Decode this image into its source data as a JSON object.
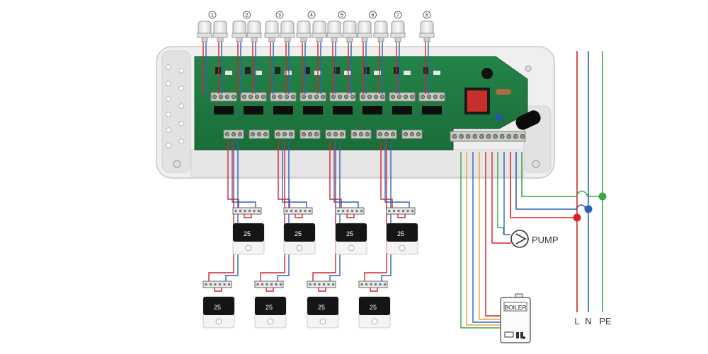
{
  "actuators": [
    "1",
    "2",
    "3",
    "4",
    "5",
    "6",
    "7",
    "8"
  ],
  "pump_label": "PUMP",
  "boiler_label": "BOILER",
  "mains": [
    "L",
    "N",
    "PE"
  ],
  "thermostat_display": "25",
  "colors": {
    "live": "#d9232a",
    "neutral": "#2b64b8",
    "earth": "#3aa54a",
    "signal": "#e8a23a",
    "pcb": "#1f7a3c",
    "enclosure": "#ececec"
  }
}
